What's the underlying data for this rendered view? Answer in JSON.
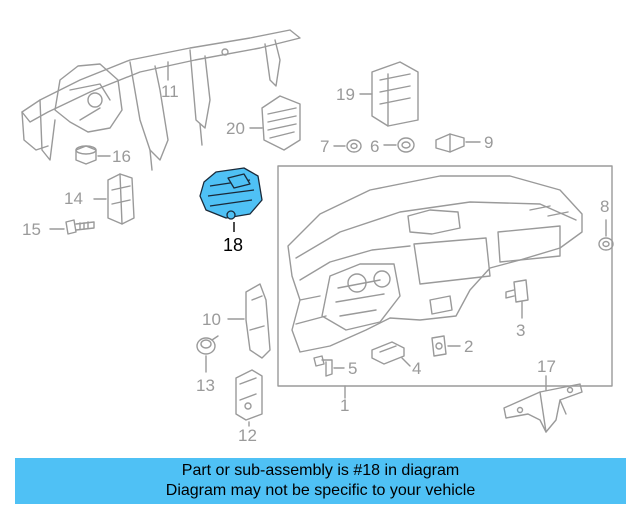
{
  "diagram": {
    "callouts": [
      {
        "id": "1",
        "label": "1"
      },
      {
        "id": "2",
        "label": "2"
      },
      {
        "id": "3",
        "label": "3"
      },
      {
        "id": "4",
        "label": "4"
      },
      {
        "id": "5",
        "label": "5"
      },
      {
        "id": "6",
        "label": "6"
      },
      {
        "id": "7",
        "label": "7"
      },
      {
        "id": "8",
        "label": "8"
      },
      {
        "id": "9",
        "label": "9"
      },
      {
        "id": "10",
        "label": "10"
      },
      {
        "id": "11",
        "label": "11"
      },
      {
        "id": "12",
        "label": "12"
      },
      {
        "id": "13",
        "label": "13"
      },
      {
        "id": "14",
        "label": "14"
      },
      {
        "id": "15",
        "label": "15"
      },
      {
        "id": "16",
        "label": "16"
      },
      {
        "id": "17",
        "label": "17"
      },
      {
        "id": "18",
        "label": "18"
      },
      {
        "id": "19",
        "label": "19"
      },
      {
        "id": "20",
        "label": "20"
      }
    ],
    "highlighted_part": "18",
    "colors": {
      "line": "#9a9a9a",
      "highlight_fill": "#4fc1f5",
      "highlight_stroke": "#1a2a3a",
      "banner": "#4fc1f5"
    }
  },
  "banner": {
    "line1": "Part or sub-assembly is #18 in diagram",
    "line2": "Diagram may not be specific to your vehicle"
  }
}
